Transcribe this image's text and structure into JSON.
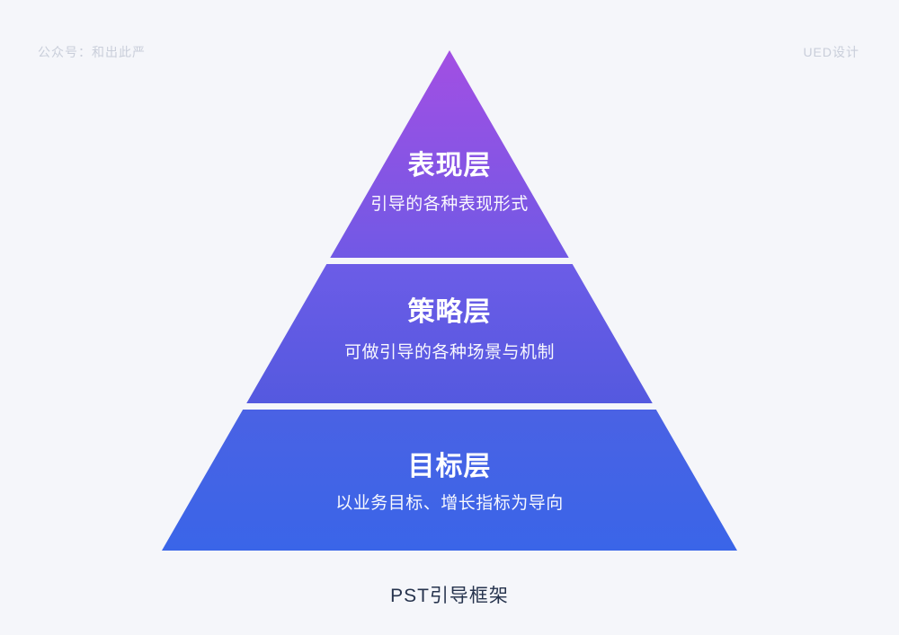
{
  "page": {
    "background_color": "#F5F6FA"
  },
  "header": {
    "left_watermark": "公众号：和出此严",
    "right_watermark": "UED设计"
  },
  "pyramid": {
    "layers": [
      {
        "title": "表现层",
        "subtitle": "引导的各种表现形式",
        "gradient_top": "#A24FE3",
        "gradient_bottom": "#7159E5"
      },
      {
        "title": "策略层",
        "subtitle": "可做引导的各种场景与机制",
        "gradient_top": "#6C5CE7",
        "gradient_bottom": "#5459DF"
      },
      {
        "title": "目标层",
        "subtitle": "以业务目标、增长指标为导向",
        "gradient_top": "#4A62E4",
        "gradient_bottom": "#3A65E8"
      }
    ],
    "text_color": "#FFFFFF"
  },
  "caption": {
    "label": "PST引导框架",
    "color": "#26334D"
  }
}
